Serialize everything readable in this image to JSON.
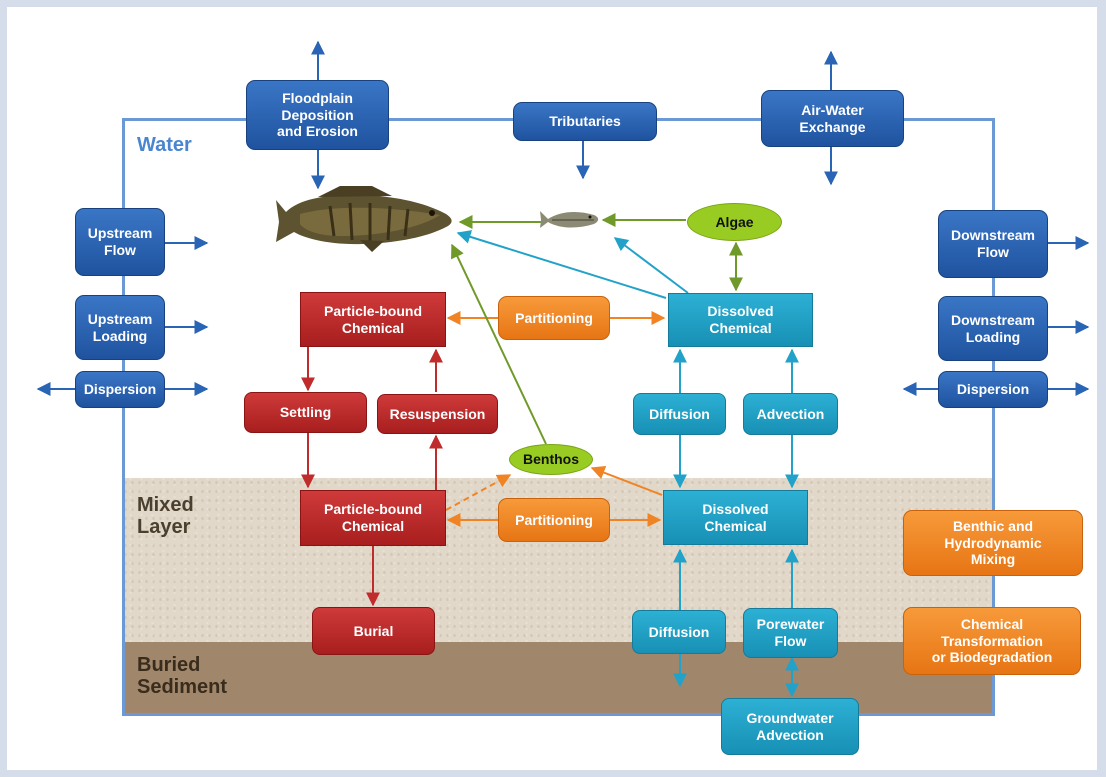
{
  "layers": {
    "water": "Water",
    "mixed": "Mixed\nLayer",
    "buried": "Buried\nSediment"
  },
  "boxes": {
    "floodplain": "Floodplain\nDeposition\nand Erosion",
    "tributaries": "Tributaries",
    "air_water": "Air-Water\nExchange",
    "upstream_flow": "Upstream\nFlow",
    "upstream_loading": "Upstream\nLoading",
    "dispersion_left": "Dispersion",
    "downstream_flow": "Downstream\nFlow",
    "downstream_loading": "Downstream\nLoading",
    "dispersion_right": "Dispersion",
    "particle_water": "Particle-bound\nChemical",
    "partitioning_water": "Partitioning",
    "dissolved_water": "Dissolved\nChemical",
    "settling": "Settling",
    "resuspension": "Resuspension",
    "diffusion_upper": "Diffusion",
    "advection": "Advection",
    "algae": "Algae",
    "benthos": "Benthos",
    "particle_mixed": "Particle-bound\nChemical",
    "partitioning_mixed": "Partitioning",
    "dissolved_mixed": "Dissolved\nChemical",
    "benthic_mixing": "Benthic and\nHydrodynamic\nMixing",
    "burial": "Burial",
    "diffusion_lower": "Diffusion",
    "porewater": "Porewater\nFlow",
    "chem_transform": "Chemical\nTransformation\nor Biodegradation",
    "groundwater": "Groundwater\nAdvection"
  },
  "colors": {
    "blue": "#2a64b4",
    "red": "#c02b2b",
    "cyan": "#22a2c8",
    "orange": "#f08424",
    "green": "#99cc22",
    "fish_arrow": "#6f9a2a",
    "water_outline": "#6a99d6"
  }
}
